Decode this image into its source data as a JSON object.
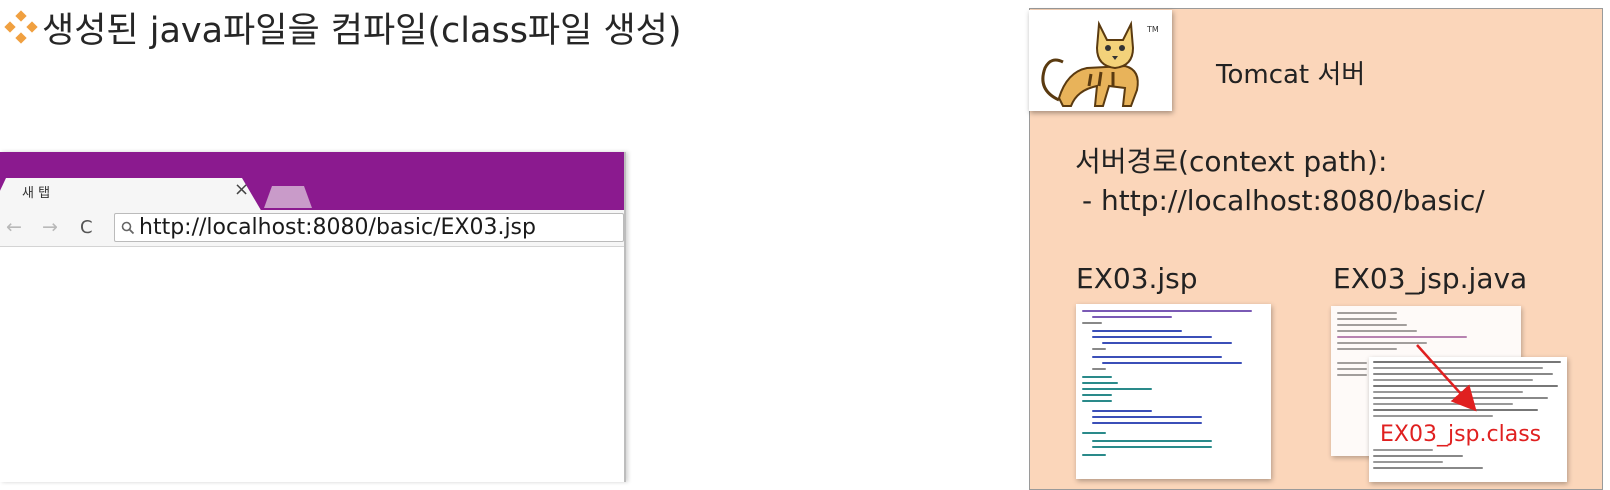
{
  "slide": {
    "title": "생성된 java파일을 컴파일(class파일 생성)",
    "bullet_icon": "diamond-bullet-icon",
    "bullet_color": "#f0a040"
  },
  "browser": {
    "tab_label": "새 탭",
    "tab_close": "×",
    "back_icon": "←",
    "forward_icon": "→",
    "reload_icon": "C",
    "url": "http://localhost:8080/basic/EX03.jsp",
    "accent_color": "#8b1a8f"
  },
  "server": {
    "title": "Tomcat 서버",
    "logo_icon": "tomcat-logo-icon",
    "context_label": "서버경로(context path):",
    "context_value": "- http://localhost:8080/basic/",
    "files": {
      "jsp": "EX03.jsp",
      "java": "EX03_jsp.java",
      "class": "EX03_jsp.class"
    },
    "panel_color": "#fbd6ba",
    "class_color": "#e02020"
  }
}
